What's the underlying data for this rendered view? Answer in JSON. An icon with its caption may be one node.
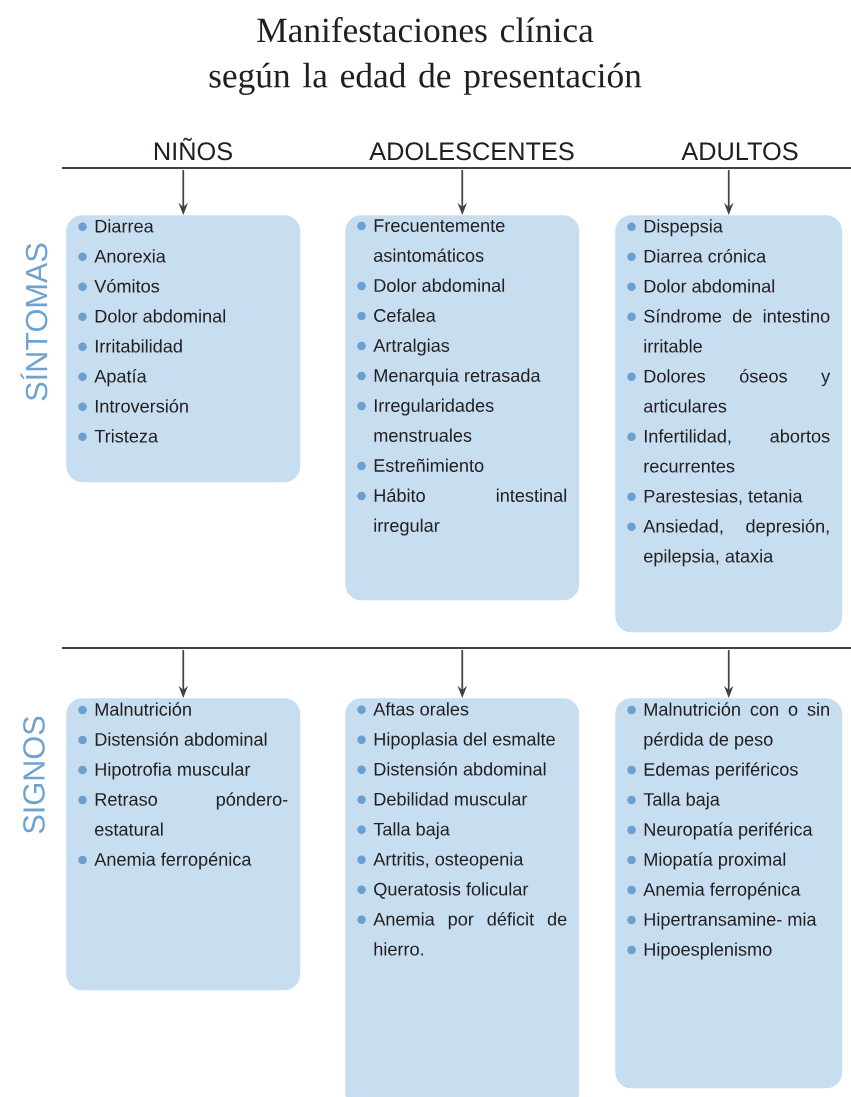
{
  "diagram": {
    "title": "Manifestaciones clínica según la edad de presentación",
    "nodes": [
      {
        "text": [
          "Diarrea",
          "Anorexia",
          "Vómitos",
          "Dolor abdominal",
          "Irritabilidad",
          "Apatía",
          "Introversión",
          "Tristeza"
        ]
      },
      {
        "text": [
          "Frecuentemente asintomáticos",
          "Dolor abdominal",
          "Cefalea",
          "Artralgias",
          "Menarquia retrasada",
          "Irregularidades menstruales",
          "Estreñimiento",
          "Hábito intestinal irregular"
        ]
      },
      {
        "text": [
          "Dispepsia",
          "Diarrea crónica",
          "Dolor abdominal",
          "Síndrome de intestino irritable",
          "Dolores óseos y articulares",
          "Infertilidad, abortos recurrentes",
          "Parestesias, tetania",
          "Ansiedad, depresión, epilepsia, ataxia"
        ]
      },
      {
        "text": [
          "Malnutrición",
          "Distensión abdominal",
          "Hipotrofia muscular",
          "Retraso póndero-estatural",
          "Anemia ferropénica"
        ]
      },
      {
        "text": [
          "Aftas orales",
          "Hipoplasia del esmalte",
          "Distensión abdominal",
          "Debilidad muscular",
          "Talla baja",
          "Artritis, osteopenia",
          "Queratosis folicular",
          "Anemia por déficit de hierro."
        ]
      },
      {
        "text": [
          "Malnutrición con o sin pérdida de peso",
          "Edemas periféricos",
          "Talla baja",
          "Neuropatía periférica",
          "Miopatía proximal",
          "Anemia ferropénica",
          "Hipertransamine- mia",
          "Hipoesplenismo"
        ]
      }
    ],
    "edges": [
      {
        "from": null,
        "to": 0,
        "arrow": "to"
      },
      {
        "from": null,
        "to": 1,
        "arrow": "to"
      },
      {
        "from": null,
        "to": 2,
        "arrow": "to"
      },
      {
        "from": null,
        "to": 3,
        "arrow": "to"
      },
      {
        "from": null,
        "to": 4,
        "arrow": "to"
      },
      {
        "from": null,
        "to": 5,
        "arrow": "to"
      }
    ],
    "labels": [
      "NIÑOS",
      "ADOLESCENTES",
      "ADULTOS",
      "SÍNTOMAS",
      "SIGNOS"
    ]
  }
}
